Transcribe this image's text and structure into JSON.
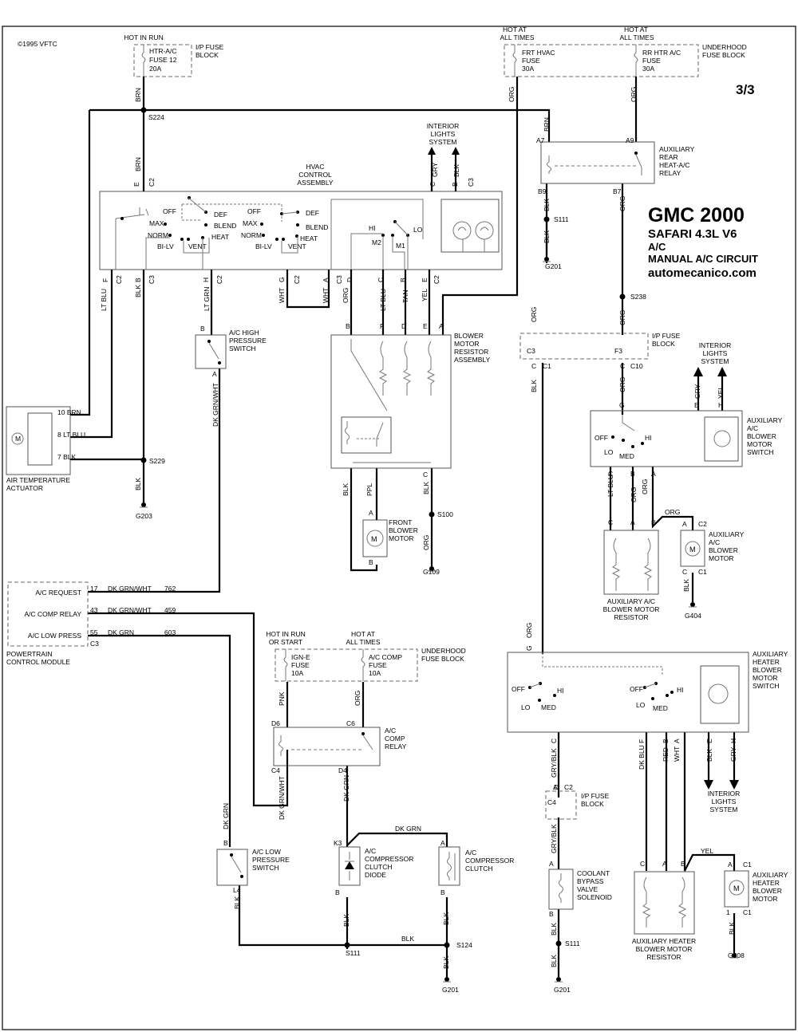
{
  "copyright": "©1995 VFTC",
  "page_number": "3/3",
  "title": {
    "line1": "GMC 2000",
    "line2": "SAFARI  4.3L  V6",
    "line3": "A/C",
    "line4": "MANUAL A/C CIRCUIT",
    "line5": "automecanico.com"
  },
  "fuse_blocks": {
    "ip_top": {
      "hot": "HOT IN RUN",
      "fuse": [
        "HTR-A/C",
        "FUSE 12",
        "20A"
      ],
      "block": [
        "I/P FUSE",
        "BLOCK"
      ]
    },
    "underhood_top": {
      "hot_a": [
        "HOT AT",
        "ALL TIMES"
      ],
      "hot_b": [
        "HOT AT",
        "ALL TIMES"
      ],
      "fuse_a": [
        "FRT HVAC",
        "FUSE",
        "30A"
      ],
      "fuse_b": [
        "RR HTR A/C",
        "FUSE",
        "30A"
      ],
      "block": [
        "UNDERHOOD",
        "FUSE BLOCK"
      ]
    },
    "underhood_mid": {
      "hot_a": [
        "HOT IN RUN",
        "OR START"
      ],
      "hot_b": [
        "HOT AT",
        "ALL TIMES"
      ],
      "fuse_a": [
        "IGN-E",
        "FUSE",
        "10A"
      ],
      "fuse_b": [
        "A/C COMP",
        "FUSE",
        "10A"
      ],
      "block": [
        "UNDERHOOD",
        "FUSE BLOCK"
      ]
    },
    "ip_right": {
      "pins": [
        "C3",
        "F3"
      ],
      "block": [
        "I/P FUSE",
        "BLOCK"
      ]
    },
    "ip_lower": {
      "pin": "C4",
      "block": [
        "I/P FUSE",
        "BLOCK"
      ]
    }
  },
  "components": {
    "hvac_control": [
      "HVAC",
      "CONTROL",
      "ASSEMBLY"
    ],
    "interior_lights_1": [
      "INTERIOR",
      "LIGHTS",
      "SYSTEM"
    ],
    "interior_lights_2": [
      "INTERIOR",
      "LIGHTS",
      "SYSTEM"
    ],
    "interior_lights_3": [
      "INTERIOR",
      "LIGHTS",
      "SYSTEM"
    ],
    "aux_relay": [
      "AUXILIARY",
      "REAR",
      "HEAT-A/C",
      "RELAY"
    ],
    "ac_high_switch": [
      "A/C HIGH",
      "PRESSURE",
      "SWITCH"
    ],
    "blower_resistor": [
      "BLOWER",
      "MOTOR",
      "RESISTOR",
      "ASSEMBLY"
    ],
    "air_temp_actuator": [
      "AIR TEMPERATURE",
      "ACTUATOR"
    ],
    "front_blower": [
      "FRONT",
      "BLOWER",
      "MOTOR"
    ],
    "aux_ac_switch": [
      "AUXILIARY",
      "A/C",
      "BLOWER",
      "MOTOR",
      "SWITCH"
    ],
    "aux_ac_motor": [
      "AUXILIARY",
      "A/C",
      "BLOWER",
      "MOTOR"
    ],
    "aux_ac_resistor": [
      "AUXILIARY A/C",
      "BLOWER MOTOR",
      "RESISTOR"
    ],
    "pcm": [
      "POWERTRAIN",
      "CONTROL MODULE"
    ],
    "pcm_pins": [
      {
        "name": "A/C REQUEST",
        "pin": "17",
        "color": "DK GRN/WHT",
        "circuit": "762"
      },
      {
        "name": "A/C COMP RELAY",
        "pin": "43",
        "color": "DK GRN/WHT",
        "circuit": "459"
      },
      {
        "name": "A/C LOW PRESS",
        "pin": "55",
        "color": "DK GRN",
        "circuit": "603"
      }
    ],
    "aux_heater_switch": [
      "AUXILIARY",
      "HEATER",
      "BLOWER",
      "MOTOR",
      "SWITCH"
    ],
    "ac_comp_relay": [
      "A/C",
      "COMP",
      "RELAY"
    ],
    "ac_low_switch": [
      "A/C LOW",
      "PRESSURE",
      "SWITCH"
    ],
    "clutch_diode": [
      "A/C",
      "COMPRESSOR",
      "CLUTCH",
      "DIODE"
    ],
    "comp_clutch": [
      "A/C",
      "COMPRESSOR",
      "CLUTCH"
    ],
    "coolant_valve": [
      "COOLANT",
      "BYPASS",
      "VALVE",
      "SOLENOID"
    ],
    "aux_heater_resistor": [
      "AUXILIARY HEATER",
      "BLOWER MOTOR",
      "RESISTOR"
    ],
    "aux_heater_motor": [
      "AUXILIARY",
      "HEATER",
      "BLOWER",
      "MOTOR"
    ]
  },
  "switch_labels": {
    "off": "OFF",
    "max": "MAX",
    "norm": "NORM",
    "bilv": "BI-LV",
    "vent": "VENT",
    "def": "DEF",
    "blend": "BLEND",
    "heat": "HEAT",
    "hi": "HI",
    "lo": "LO",
    "med": "MED",
    "m1": "M1",
    "m2": "M2"
  },
  "splices": [
    "S224",
    "S111",
    "S238",
    "S229",
    "S100",
    "S111",
    "S124",
    "S111"
  ],
  "grounds": [
    "G201",
    "G203",
    "G109",
    "G404",
    "G201",
    "G201",
    "G308"
  ],
  "wire_labels": [
    "BRN",
    "BRN",
    "ORG",
    "ORG",
    "BRN",
    "GRY",
    "BLK",
    "BLK",
    "BLK",
    "ORG",
    "LT BLU",
    "BLK",
    "LT GRN",
    "WHT",
    "WHT",
    "ORG",
    "LT BLU",
    "TAN",
    "YEL",
    "DK GRN/WHT",
    "BLK",
    "PPL",
    "BLK",
    "BLK",
    "ORG",
    "ORG",
    "ORG",
    "BLK",
    "GRY",
    "YEL",
    "LT BLU",
    "ORG",
    "ORG",
    "BLK",
    "ORG",
    "PNK",
    "ORG",
    "DK GRN/WHT",
    "BLK",
    "DK GRN",
    "DK GRN",
    "BLK",
    "BLK",
    "BLK",
    "BLK",
    "GRY/BLK",
    "GRY/BLK",
    "BLK",
    "DK BLU",
    "RED",
    "WHT",
    "BLK",
    "GRY",
    "YEL",
    "BLK",
    "10  BRN",
    "8  LT BLU",
    "7  BLK"
  ],
  "connector_labels": [
    "C2",
    "C3",
    "C2",
    "C3",
    "C2",
    "C2",
    "C3",
    "C2",
    "C1",
    "C10",
    "C1",
    "C1",
    "C2",
    "C1",
    "C2",
    "C1",
    "C3"
  ],
  "pin_labels": [
    "E",
    "C",
    "B",
    "F",
    "B",
    "H",
    "G",
    "A",
    "D",
    "C",
    "B",
    "E",
    "B",
    "F",
    "D",
    "E",
    "A",
    "B",
    "A",
    "A",
    "B",
    "C",
    "A7",
    "A9",
    "B9",
    "B7",
    "C",
    "C",
    "G",
    "E",
    "H",
    "C",
    "B",
    "A",
    "C",
    "A",
    "B",
    "A",
    "C",
    "G",
    "D6",
    "C6",
    "C4",
    "D4",
    "K3",
    "B",
    "L4",
    "B",
    "A",
    "B",
    "A",
    "D",
    "A",
    "B",
    "C",
    "F",
    "B",
    "A",
    "E",
    "H",
    "C",
    "A",
    "B",
    "A",
    "1",
    "A",
    "B"
  ]
}
